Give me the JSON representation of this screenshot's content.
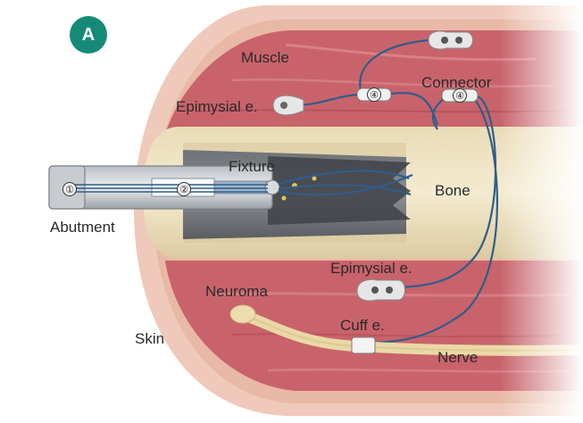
{
  "panel": {
    "badge": "A"
  },
  "labels": {
    "muscle": "Muscle",
    "epimysial_top": "Epimysial e.",
    "connector": "Connector",
    "fixture": "Fixture",
    "bone": "Bone",
    "abutment": "Abutment",
    "epimysial_bottom": "Epimysial e.",
    "neuroma": "Neuroma",
    "skin": "Skin",
    "cuff": "Cuff e.",
    "nerve": "Nerve"
  },
  "markers": {
    "abutment_part": "①",
    "fixture_part": "②",
    "connector_left": "④",
    "connector_right": "④"
  },
  "colors": {
    "badge": "#168a78",
    "lead_wire": "#2f5d8a",
    "muscle": "#c9636b",
    "skin": "#efc8b8",
    "bone": "#eadcb6"
  }
}
